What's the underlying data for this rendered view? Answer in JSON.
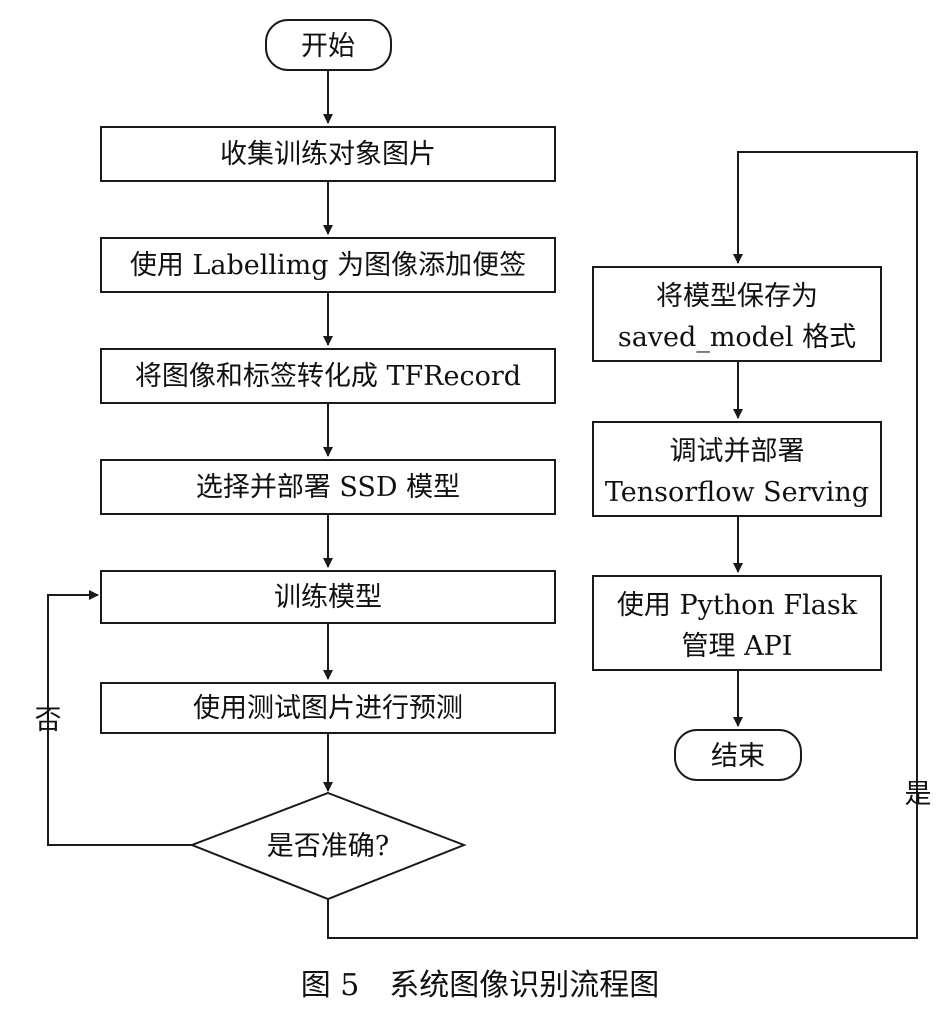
{
  "diagram": {
    "nodes": {
      "start": "开始",
      "collect": "收集训练对象图片",
      "label": "使用 Labellimg 为图像添加便签",
      "convert": "将图像和标签转化成 TFRecord",
      "select": "选择并部署 SSD 模型",
      "train": "训练模型",
      "predict": "使用测试图片进行预测",
      "decision": "是否准确?",
      "save_line1": "将模型保存为",
      "save_line2": "saved_model 格式",
      "serve_line1": "调试并部署",
      "serve_line2": "Tensorflow Serving",
      "flask_line1": "使用 Python Flask",
      "flask_line2": "管理 API",
      "end": "结束"
    },
    "edge_labels": {
      "no": "否",
      "yes": "是"
    }
  },
  "caption": "图 5　系统图像识别流程图"
}
